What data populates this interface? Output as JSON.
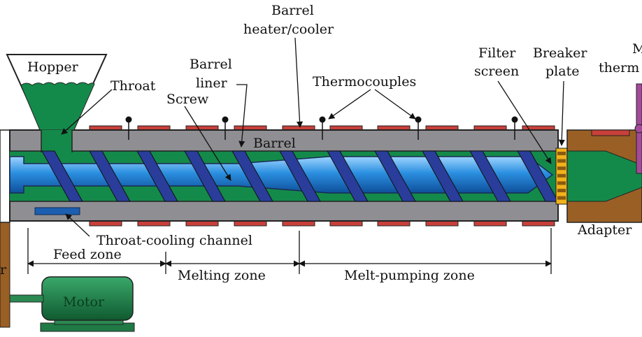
{
  "labels": {
    "hopper": "Hopper",
    "throat": "Throat",
    "barrel_liner_1": "Barrel",
    "barrel_liner_2": "liner",
    "screw": "Screw",
    "barrel_heater_1": "Barrel",
    "barrel_heater_2": "heater/cooler",
    "thermocouples": "Thermocouples",
    "filter_screen_1": "Filter",
    "filter_screen_2": "screen",
    "breaker_plate_1": "Breaker",
    "breaker_plate_2": "plate",
    "melt_thermo_1": "M",
    "melt_thermo_2": "therm",
    "barrel": "Barrel",
    "throat_cooling": "Throat-cooling  channel",
    "adapter": "Adapter",
    "left_edge": "r",
    "motor": "Motor"
  },
  "zones": {
    "feed": "Feed  zone",
    "melting": "Melting  zone",
    "melt_pumping": "Melt-pumping  zone"
  },
  "colors": {
    "barrel": "#8f8f93",
    "melt": "#148a4a",
    "screw": "#2a8fd6",
    "flight": "#2a3d9a",
    "heater": "#c8403a",
    "adapter": "#9a5f25",
    "breaker": "#f2b21a",
    "motor": "#1f7a45"
  }
}
